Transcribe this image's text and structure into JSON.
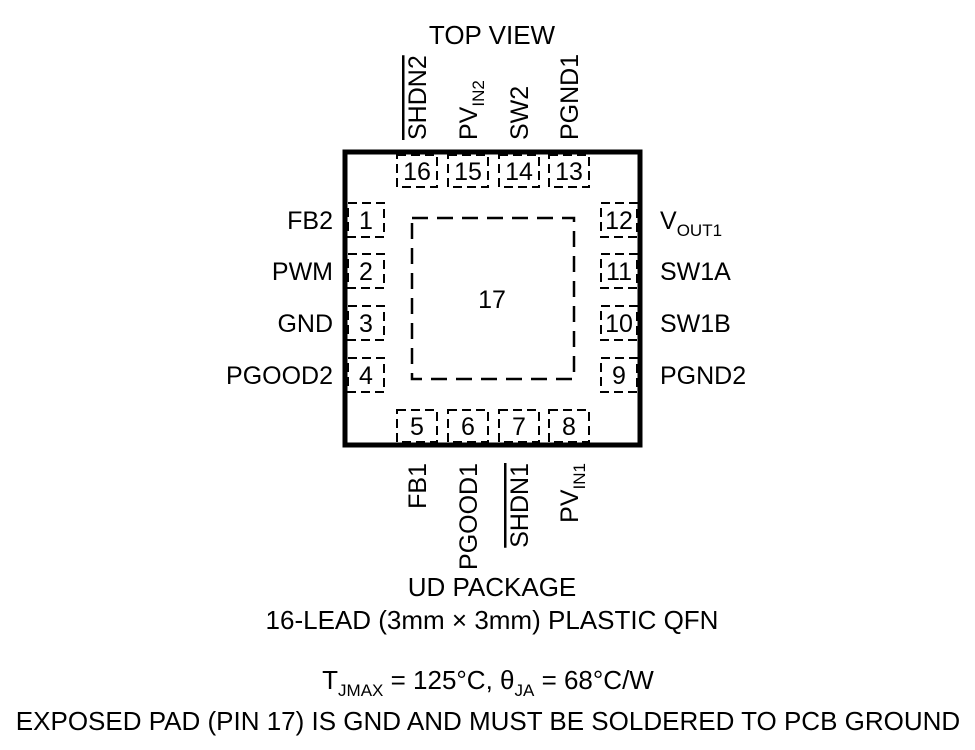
{
  "title": "TOP VIEW",
  "exposed_pad_number": "17",
  "pins": {
    "top": [
      {
        "num": "16",
        "name": "SHDN2",
        "sub": "",
        "overbar": true
      },
      {
        "num": "15",
        "name": "PV",
        "sub": "IN2",
        "overbar": false
      },
      {
        "num": "14",
        "name": "SW2",
        "sub": "",
        "overbar": false
      },
      {
        "num": "13",
        "name": "PGND1",
        "sub": "",
        "overbar": false
      }
    ],
    "left": [
      {
        "num": "1",
        "name": "FB2",
        "sub": "",
        "overbar": false
      },
      {
        "num": "2",
        "name": "PWM",
        "sub": "",
        "overbar": false
      },
      {
        "num": "3",
        "name": "GND",
        "sub": "",
        "overbar": false
      },
      {
        "num": "4",
        "name": "PGOOD2",
        "sub": "",
        "overbar": false
      }
    ],
    "right": [
      {
        "num": "12",
        "name": "V",
        "sub": "OUT1",
        "overbar": false
      },
      {
        "num": "11",
        "name": "SW1A",
        "sub": "",
        "overbar": false
      },
      {
        "num": "10",
        "name": "SW1B",
        "sub": "",
        "overbar": false
      },
      {
        "num": "9",
        "name": "PGND2",
        "sub": "",
        "overbar": false
      }
    ],
    "bottom": [
      {
        "num": "5",
        "name": "FB1",
        "sub": "",
        "overbar": false
      },
      {
        "num": "6",
        "name": "PGOOD1",
        "sub": "",
        "overbar": false
      },
      {
        "num": "7",
        "name": "SHDN1",
        "sub": "",
        "overbar": true
      },
      {
        "num": "8",
        "name": "PV",
        "sub": "IN1",
        "overbar": false
      }
    ]
  },
  "package_name": "UD PACKAGE",
  "package_desc": "16-LEAD (3mm × 3mm) PLASTIC QFN",
  "thermal": {
    "tj_main": "T",
    "tj_sub": "JMAX",
    "tj_value": " = 125°C, ",
    "theta_main": "θ",
    "theta_sub": "JA",
    "theta_value": " = 68°C/W"
  },
  "note": "EXPOSED PAD (PIN 17) IS GND AND MUST BE SOLDERED TO PCB GROUND"
}
